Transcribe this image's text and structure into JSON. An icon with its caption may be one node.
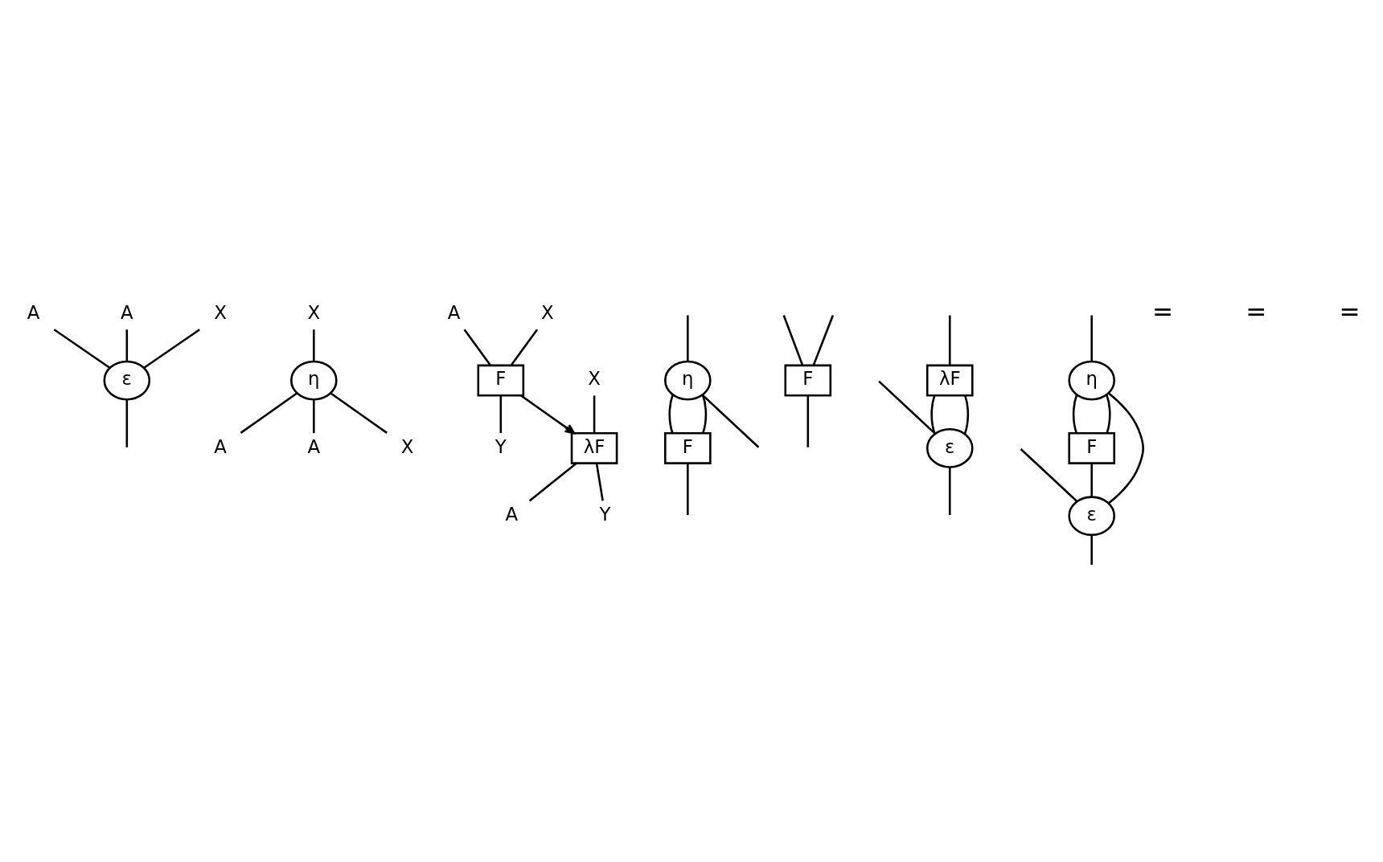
{
  "diagram": {
    "nodes": [
      {
        "text": [
          "A"
        ]
      },
      {
        "text": [
          "A"
        ]
      },
      {
        "text": [
          "X"
        ]
      },
      {
        "text": [
          "ε"
        ]
      },
      {
        "text": [
          "X"
        ]
      },
      {
        "text": [
          "η"
        ]
      },
      {
        "text": [
          "A"
        ]
      },
      {
        "text": [
          "A"
        ]
      },
      {
        "text": [
          "X"
        ]
      },
      {
        "text": [
          "A"
        ]
      },
      {
        "text": [
          "X"
        ]
      },
      {
        "text": [
          "F"
        ]
      },
      {
        "text": [
          "Y"
        ]
      },
      {
        "text": [
          "X"
        ]
      },
      {
        "text": [
          "λF"
        ]
      },
      {
        "text": [
          "A"
        ]
      },
      {
        "text": [
          "Y"
        ]
      },
      {
        "text": [
          "η"
        ]
      },
      {
        "text": [
          "F"
        ]
      },
      {
        "text": [
          "F"
        ]
      },
      {
        "text": [
          "λF"
        ]
      },
      {
        "text": [
          "ε"
        ]
      },
      {
        "text": [
          "η"
        ]
      },
      {
        "text": [
          "F"
        ]
      },
      {
        "text": [
          "ε"
        ]
      }
    ],
    "edges": [
      {
        "from": 0,
        "to": 3,
        "arrow": "none"
      },
      {
        "from": 1,
        "to": 3,
        "arrow": "none"
      },
      {
        "from": 2,
        "to": 3,
        "arrow": "none"
      },
      {
        "from": 3,
        "to": null,
        "arrow": "none"
      },
      {
        "from": 4,
        "to": 5,
        "arrow": "none"
      },
      {
        "from": 5,
        "to": 6,
        "arrow": "none"
      },
      {
        "from": 5,
        "to": 7,
        "arrow": "none"
      },
      {
        "from": 5,
        "to": 8,
        "arrow": "none"
      },
      {
        "from": 9,
        "to": 11,
        "arrow": "none"
      },
      {
        "from": 10,
        "to": 11,
        "arrow": "none"
      },
      {
        "from": 11,
        "to": 12,
        "arrow": "none"
      },
      {
        "from": 11,
        "to": 14,
        "arrow": "to"
      },
      {
        "from": 13,
        "to": 14,
        "arrow": "none"
      },
      {
        "from": 14,
        "to": 15,
        "arrow": "none"
      },
      {
        "from": 14,
        "to": 16,
        "arrow": "none"
      },
      {
        "from": null,
        "to": 17,
        "arrow": "none"
      },
      {
        "from": 17,
        "to": null,
        "arrow": "none"
      },
      {
        "from": 17,
        "to": 18,
        "arrow": "none"
      },
      {
        "from": 17,
        "to": 18,
        "arrow": "none"
      },
      {
        "from": 18,
        "to": null,
        "arrow": "none"
      },
      {
        "from": null,
        "to": 19,
        "arrow": "none"
      },
      {
        "from": null,
        "to": 19,
        "arrow": "none"
      },
      {
        "from": 19,
        "to": null,
        "arrow": "none"
      },
      {
        "from": null,
        "to": 20,
        "arrow": "none"
      },
      {
        "from": null,
        "to": 21,
        "arrow": "none"
      },
      {
        "from": 20,
        "to": 21,
        "arrow": "none"
      },
      {
        "from": 20,
        "to": 21,
        "arrow": "none"
      },
      {
        "from": 21,
        "to": null,
        "arrow": "none"
      },
      {
        "from": null,
        "to": 22,
        "arrow": "none"
      },
      {
        "from": null,
        "to": 24,
        "arrow": "none"
      },
      {
        "from": 22,
        "to": 24,
        "arrow": "none"
      },
      {
        "from": 22,
        "to": 23,
        "arrow": "none"
      },
      {
        "from": 22,
        "to": 23,
        "arrow": "none"
      },
      {
        "from": 23,
        "to": 24,
        "arrow": "none"
      },
      {
        "from": 24,
        "to": null,
        "arrow": "none"
      }
    ],
    "labels": [
      "=",
      "=",
      "="
    ]
  }
}
